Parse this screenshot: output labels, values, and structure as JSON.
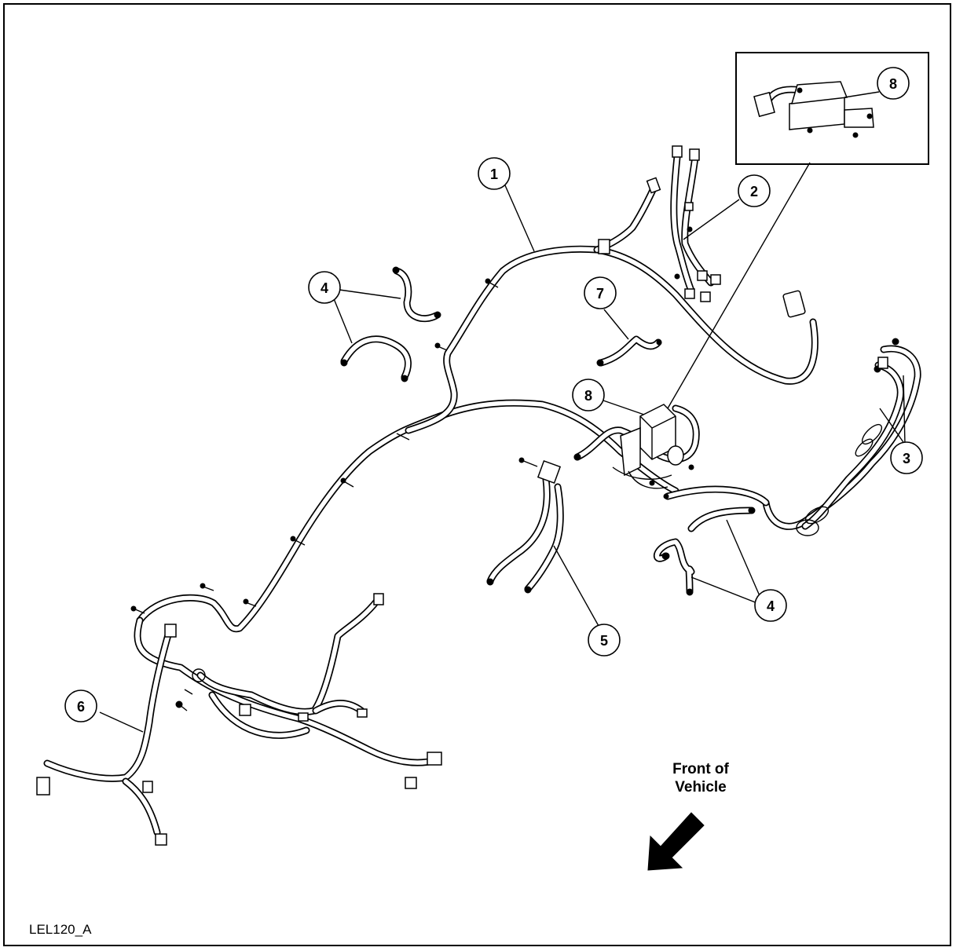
{
  "figure": {
    "reference_code": "LEL120_A",
    "direction_label_line1": "Front of",
    "direction_label_line2": "Vehicle"
  },
  "callouts": [
    {
      "id": "c1",
      "text": "1"
    },
    {
      "id": "c2",
      "text": "2"
    },
    {
      "id": "c3",
      "text": "3"
    },
    {
      "id": "c4a",
      "text": "4"
    },
    {
      "id": "c4b",
      "text": "4"
    },
    {
      "id": "c5",
      "text": "5"
    },
    {
      "id": "c6",
      "text": "6"
    },
    {
      "id": "c7",
      "text": "7"
    },
    {
      "id": "c8a",
      "text": "8"
    },
    {
      "id": "c8b",
      "text": "8"
    }
  ]
}
